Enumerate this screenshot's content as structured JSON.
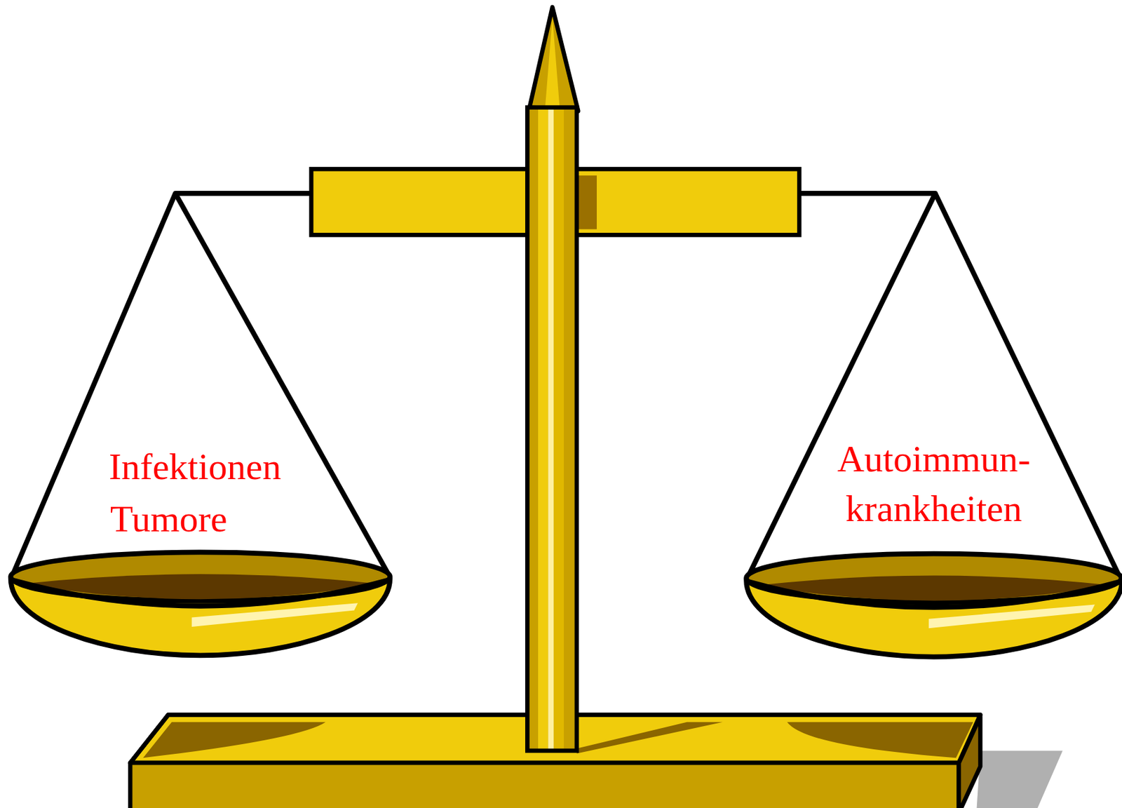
{
  "diagram": {
    "labels": [
      "Infektionen",
      "Tumore",
      "Autoimmun- krankheiten"
    ]
  }
}
